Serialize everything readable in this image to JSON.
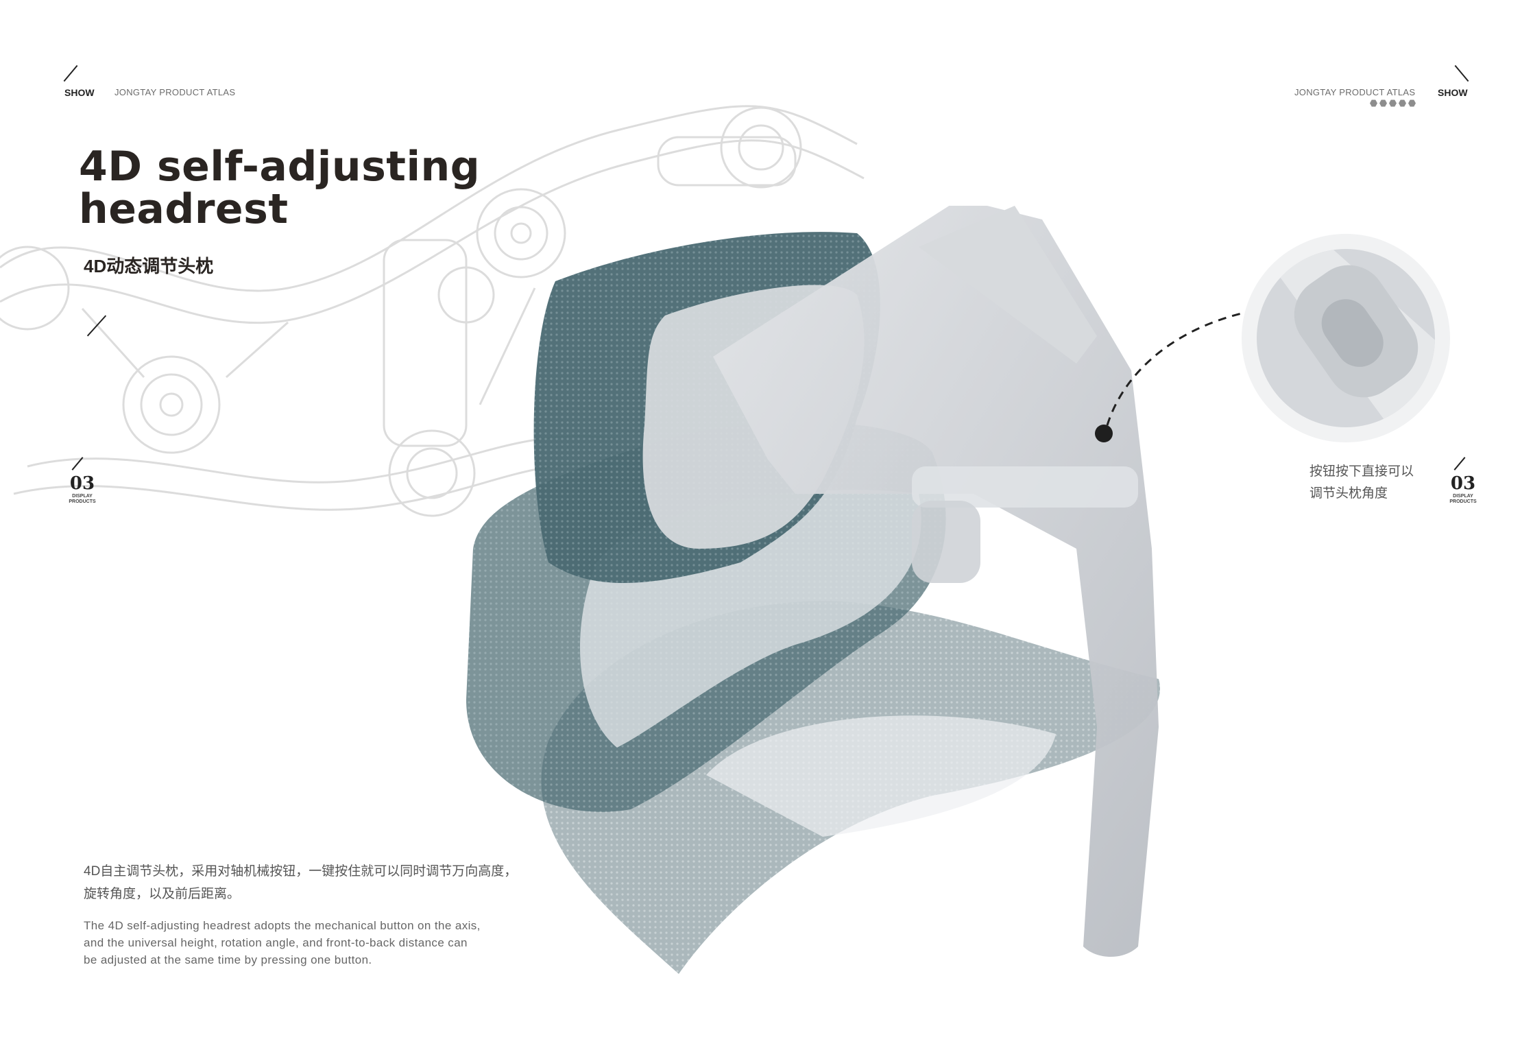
{
  "header_left": {
    "show": "SHOW",
    "atlas": "JONGTAY PRODUCT ATLAS"
  },
  "header_right": {
    "atlas": "JONGTAY PRODUCT ATLAS",
    "show": "SHOW",
    "indicator_count": 5
  },
  "title": {
    "line1": "4D self-adjusting",
    "line2": "headrest",
    "subtitle_cn": "4D动态调节头枕"
  },
  "page_left": {
    "number": "03",
    "caption_line1": "DISPLAY",
    "caption_line2": "PRODUCTS"
  },
  "page_right": {
    "number": "03",
    "caption_line1": "DISPLAY",
    "caption_line2": "PRODUCTS"
  },
  "callout": {
    "line1": "按钮按下直接可以",
    "line2": "调节头枕角度"
  },
  "description": {
    "cn_line1": "4D自主调节头枕，采用对轴机械按钮，一键按住就可以同时调节万向高度，",
    "cn_line2": "旋转角度，以及前后距离。",
    "en_line1": "The 4D self-adjusting headrest adopts the mechanical button on the axis,",
    "en_line2": "and the universal height, rotation angle, and front-to-back distance can",
    "en_line3": "be adjusted at the same time by pressing one button."
  },
  "colors": {
    "mesh_dark": "#3f5e66",
    "mesh_mid": "#5b7078",
    "frame_gray": "#c9ccd1",
    "accent_text": "#2a2522"
  }
}
